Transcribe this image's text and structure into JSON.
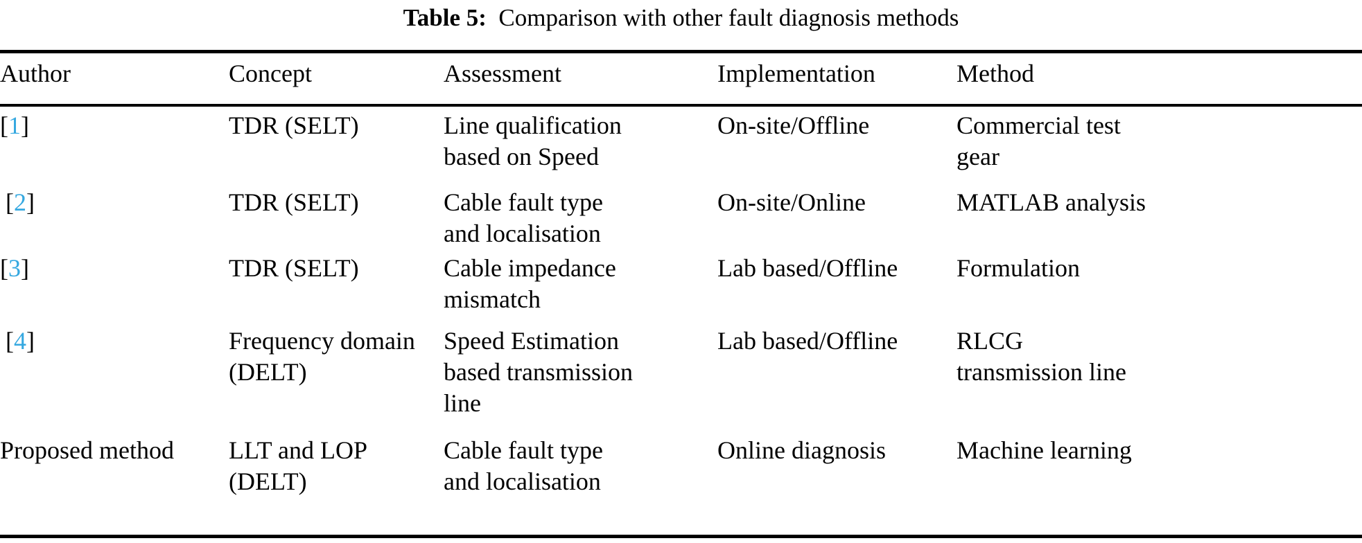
{
  "caption": {
    "label": "Table 5:",
    "text": "Comparison with other fault diagnosis methods"
  },
  "table": {
    "columns": [
      "Author",
      "Concept",
      "Assessment",
      "Implementation",
      "Method"
    ],
    "rows": [
      {
        "author": "[1]",
        "author_citation_number": "1",
        "author_is_citation": true,
        "author_indent": false,
        "concept": [
          "TDR (SELT)"
        ],
        "assessment": [
          "Line qualification",
          "based on Speed"
        ],
        "implementation": [
          "On-site/Offline"
        ],
        "method": [
          "Commercial test",
          "gear"
        ]
      },
      {
        "author": "[2]",
        "author_citation_number": "2",
        "author_is_citation": true,
        "author_indent": true,
        "concept": [
          "TDR (SELT)"
        ],
        "assessment": [
          "Cable fault type",
          "and localisation"
        ],
        "implementation": [
          "On-site/Online"
        ],
        "method": [
          "MATLAB analysis"
        ]
      },
      {
        "author": "[3]",
        "author_citation_number": "3",
        "author_is_citation": true,
        "author_indent": false,
        "concept": [
          "TDR (SELT)"
        ],
        "assessment": [
          "Cable impedance",
          "mismatch"
        ],
        "implementation": [
          "Lab based/Offline"
        ],
        "method": [
          "Formulation"
        ]
      },
      {
        "author": "[4]",
        "author_citation_number": "4",
        "author_is_citation": true,
        "author_indent": true,
        "concept": [
          "Frequency domain",
          "(DELT)"
        ],
        "assessment": [
          "Speed Estimation",
          "based transmission",
          "line"
        ],
        "implementation": [
          "Lab based/Offline"
        ],
        "method": [
          "RLCG",
          "transmission line"
        ]
      },
      {
        "author": "Proposed method",
        "author_citation_number": "",
        "author_is_citation": false,
        "author_indent": false,
        "concept": [
          "LLT and LOP",
          "(DELT)"
        ],
        "assessment": [
          "Cable fault type",
          "and localisation"
        ],
        "implementation": [
          "Online diagnosis"
        ],
        "method": [
          "Machine learning"
        ]
      }
    ]
  },
  "style": {
    "citation_color": "#35A8E0",
    "text_color": "#000000",
    "background": "#ffffff",
    "rule_color": "#000000"
  }
}
